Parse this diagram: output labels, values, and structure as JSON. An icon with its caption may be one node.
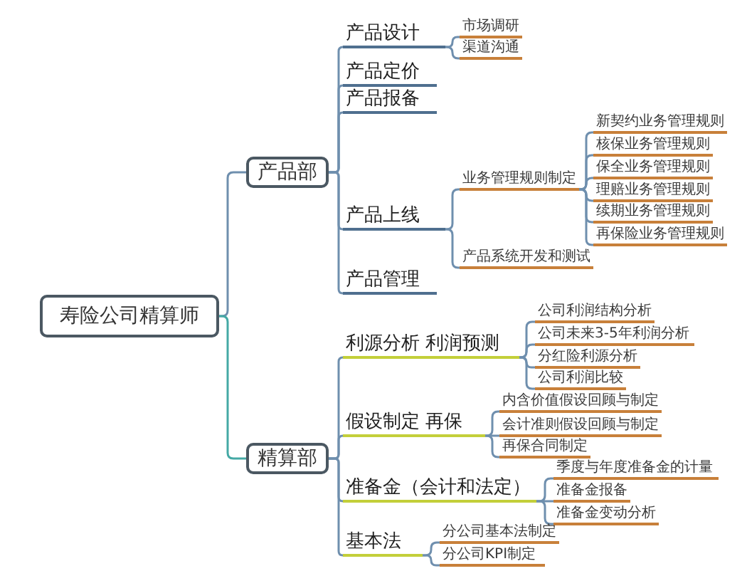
{
  "diagram": {
    "nodes": [
      {
        "text": [
          "寿险公司精算师"
        ]
      },
      {
        "text": [
          "产品部"
        ]
      },
      {
        "text": [
          "产品设计"
        ]
      },
      {
        "text": [
          "市场调研"
        ]
      },
      {
        "text": [
          "渠道沟通"
        ]
      },
      {
        "text": [
          "产品定价"
        ]
      },
      {
        "text": [
          "产品报备"
        ]
      },
      {
        "text": [
          "产品上线"
        ]
      },
      {
        "text": [
          "业务管理规则制定"
        ]
      },
      {
        "text": [
          "新契约业务管理规则"
        ]
      },
      {
        "text": [
          "核保业务管理规则"
        ]
      },
      {
        "text": [
          "保全业务管理规则"
        ]
      },
      {
        "text": [
          "理赔业务管理规则"
        ]
      },
      {
        "text": [
          "续期业务管理规则"
        ]
      },
      {
        "text": [
          "再保险业务管理规则"
        ]
      },
      {
        "text": [
          "产品系统开发和测试"
        ]
      },
      {
        "text": [
          "产品管理"
        ]
      },
      {
        "text": [
          "精算部"
        ]
      },
      {
        "text": [
          "利源分析 利润预测"
        ]
      },
      {
        "text": [
          "公司利润结构分析"
        ]
      },
      {
        "text": [
          "公司未来3-5年利润分析"
        ]
      },
      {
        "text": [
          "分红险利源分析"
        ]
      },
      {
        "text": [
          "公司利润比较"
        ]
      },
      {
        "text": [
          "假设制定 再保"
        ]
      },
      {
        "text": [
          "内含价值假设回顾与制定"
        ]
      },
      {
        "text": [
          "会计准则假设回顾与制定"
        ]
      },
      {
        "text": [
          "再保合同制定"
        ]
      },
      {
        "text": [
          "准备金（会计和法定）"
        ]
      },
      {
        "text": [
          "季度与年度准备金的计量"
        ]
      },
      {
        "text": [
          "准备金报备"
        ]
      },
      {
        "text": [
          "准备金变动分析"
        ]
      },
      {
        "text": [
          "基本法"
        ]
      },
      {
        "text": [
          "分公司基本法制定"
        ]
      },
      {
        "text": [
          "分公司KPI制定"
        ]
      }
    ],
    "edges": [
      {
        "from": 0,
        "to": 1,
        "arrow": "none"
      },
      {
        "from": 0,
        "to": 17,
        "arrow": "none",
        "color": "#45a9a5"
      },
      {
        "from": 1,
        "to": 2,
        "arrow": "none"
      },
      {
        "from": 2,
        "to": 3,
        "arrow": "none"
      },
      {
        "from": 2,
        "to": 4,
        "arrow": "none"
      },
      {
        "from": 1,
        "to": 5,
        "arrow": "none"
      },
      {
        "from": 1,
        "to": 6,
        "arrow": "none"
      },
      {
        "from": 1,
        "to": 7,
        "arrow": "none"
      },
      {
        "from": 7,
        "to": 8,
        "arrow": "none"
      },
      {
        "from": 8,
        "to": 9,
        "arrow": "none"
      },
      {
        "from": 8,
        "to": 10,
        "arrow": "none"
      },
      {
        "from": 8,
        "to": 11,
        "arrow": "none"
      },
      {
        "from": 8,
        "to": 12,
        "arrow": "none"
      },
      {
        "from": 8,
        "to": 13,
        "arrow": "none"
      },
      {
        "from": 8,
        "to": 14,
        "arrow": "none"
      },
      {
        "from": 7,
        "to": 15,
        "arrow": "none"
      },
      {
        "from": 1,
        "to": 16,
        "arrow": "none"
      },
      {
        "from": 17,
        "to": 18,
        "arrow": "none"
      },
      {
        "from": 18,
        "to": 19,
        "arrow": "none"
      },
      {
        "from": 18,
        "to": 20,
        "arrow": "none"
      },
      {
        "from": 18,
        "to": 21,
        "arrow": "none"
      },
      {
        "from": 18,
        "to": 22,
        "arrow": "none"
      },
      {
        "from": 17,
        "to": 23,
        "arrow": "none"
      },
      {
        "from": 23,
        "to": 24,
        "arrow": "none"
      },
      {
        "from": 23,
        "to": 25,
        "arrow": "none"
      },
      {
        "from": 23,
        "to": 26,
        "arrow": "none"
      },
      {
        "from": 17,
        "to": 27,
        "arrow": "none"
      },
      {
        "from": 27,
        "to": 28,
        "arrow": "none"
      },
      {
        "from": 27,
        "to": 29,
        "arrow": "none"
      },
      {
        "from": 27,
        "to": 30,
        "arrow": "none"
      },
      {
        "from": 17,
        "to": 31,
        "arrow": "none"
      },
      {
        "from": 31,
        "to": 32,
        "arrow": "none"
      },
      {
        "from": 31,
        "to": 33,
        "arrow": "none"
      }
    ]
  }
}
